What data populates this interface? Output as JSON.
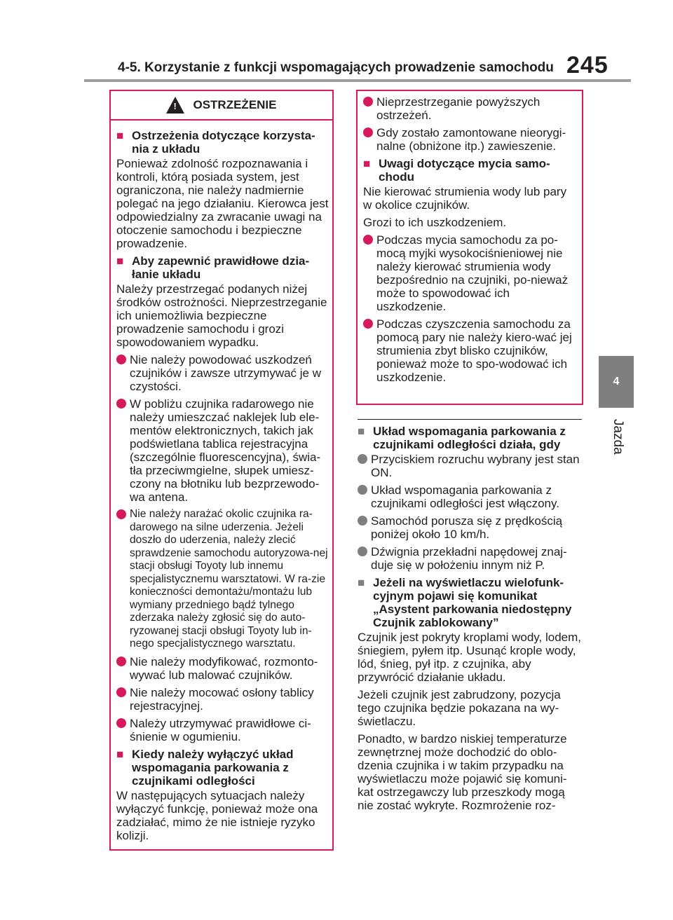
{
  "header": {
    "title": "4-5. Korzystanie z funkcji wspomagających prowadzenie samochodu",
    "page_number": "245"
  },
  "side_tab": {
    "number": "4",
    "label": "Jazda"
  },
  "warning_box": {
    "heading": "OSTRZEŻENIE",
    "sections": [
      {
        "title": "Ostrzeżenia dotyczące korzysta-nia z układu",
        "paragraphs": [
          "Ponieważ zdolność rozpoznawania i kontroli, którą posiada system, jest ograniczona, nie należy nadmiernie polegać na jego działaniu. Kierowca jest odpowiedzialny za zwracanie uwagi na otoczenie samochodu i bezpieczne prowadzenie."
        ]
      },
      {
        "title": "Aby zapewnić prawidłowe dzia-łanie układu",
        "paragraphs": [
          "Należy przestrzegać podanych niżej środków ostrożności. Nieprzestrzeganie ich uniemożliwia bezpieczne prowadzenie samochodu i grozi spowodowaniem wypadku."
        ],
        "bullets": [
          "Nie należy powodować uszkodzeń czujników i zawsze utrzymywać je w czystości.",
          "W pobliżu czujnika radarowego nie należy umieszczać naklejek lub ele-mentów elektronicznych, takich jak podświetlana tablica rejestracyjna (szczególnie fluorescencyjna), świa-tła przeciwmgielne, słupek umiesz-czony na błotniku lub bezprzewodo-wa antena.",
          "Nie należy narażać okolic czujnika ra-darowego na silne uderzenia. Jeżeli doszło do uderzenia, należy zlecić sprawdzenie samochodu autoryzowa-nej stacji obsługi Toyoty lub innemu specjalistycznemu warsztatowi. W ra-zie konieczności demontażu/montażu lub wymiany przedniego bądź tylnego zderzaka należy zgłosić się do auto-ryzowanej stacji obsługi Toyoty lub in-nego specjalistycznego warsztatu.",
          "Nie należy modyfikować, rozmonto-wywać lub malować czujników.",
          "Nie należy mocować osłony tablicy rejestracyjnej.",
          "Należy utrzymywać prawidłowe ci-śnienie w ogumieniu."
        ]
      },
      {
        "title": "Kiedy należy wyłączyć układ wspomagania parkowania z czujnikami odległości",
        "paragraphs": [
          "W następujących sytuacjach należy wyłączyć funkcję, ponieważ może ona zadziałać, mimo że nie istnieje ryzyko kolizji."
        ]
      }
    ],
    "continued_bullets": [
      "Nieprzestrzeganie powyższych ostrzeżeń.",
      "Gdy zostało zamontowane nieorygi-nalne (obniżone itp.) zawieszenie."
    ],
    "wash_section": {
      "title": "Uwagi dotyczące mycia samo-chodu",
      "paragraphs": [
        "Nie kierować strumienia wody lub pary w okolice czujników.",
        "Grozi to ich uszkodzeniem."
      ],
      "bullets": [
        "Podczas mycia samochodu za po-mocą myjki wysokociśnieniowej nie należy kierować strumienia wody bezpośrednio na czujniki, po-nieważ może to spowodować ich uszkodzenie.",
        "Podczas czyszczenia samochodu za pomocą pary nie należy kiero-wać jej strumienia zbyt blisko czujników, ponieważ może to spo-wodować ich uszkodzenie."
      ]
    }
  },
  "main": {
    "section1": {
      "title": "Układ wspomagania parkowania z czujnikami odległości działa, gdy",
      "bullets": [
        "Przyciskiem rozruchu wybrany jest stan ON.",
        "Układ wspomagania parkowania z czujnikami odległości jest włączony.",
        "Samochód porusza się z prędkością poniżej około 10 km/h.",
        "Dźwignia przekładni napędowej znaj-duje się w położeniu innym niż P."
      ]
    },
    "section2": {
      "title": "Jeżeli na wyświetlaczu wielofunk-cyjnym pojawi się komunikat „Asystent parkowania niedostępny Czujnik zablokowany”",
      "paragraphs": [
        "Czujnik jest pokryty kroplami wody, lodem, śniegiem, pyłem itp. Usunąć krople wody, lód, śnieg, pył itp. z czujnika, aby przywrócić działanie układu.",
        "Jeżeli czujnik jest zabrudzony, pozycja tego czujnika będzie pokazana na wy-świetlaczu.",
        "Ponadto, w bardzo niskiej temperaturze zewnętrznej może dochodzić do oblo-dzenia czujnika i w takim przypadku na wyświetlaczu może pojawić się komuni-kat ostrzegawczy lub przeszkody mogą nie zostać wykryte. Rozmrożenie roz-"
      ]
    }
  },
  "colors": {
    "accent": "#d6195d",
    "grey_accent": "#7f7f7f",
    "rule": "#9d9d9d"
  }
}
